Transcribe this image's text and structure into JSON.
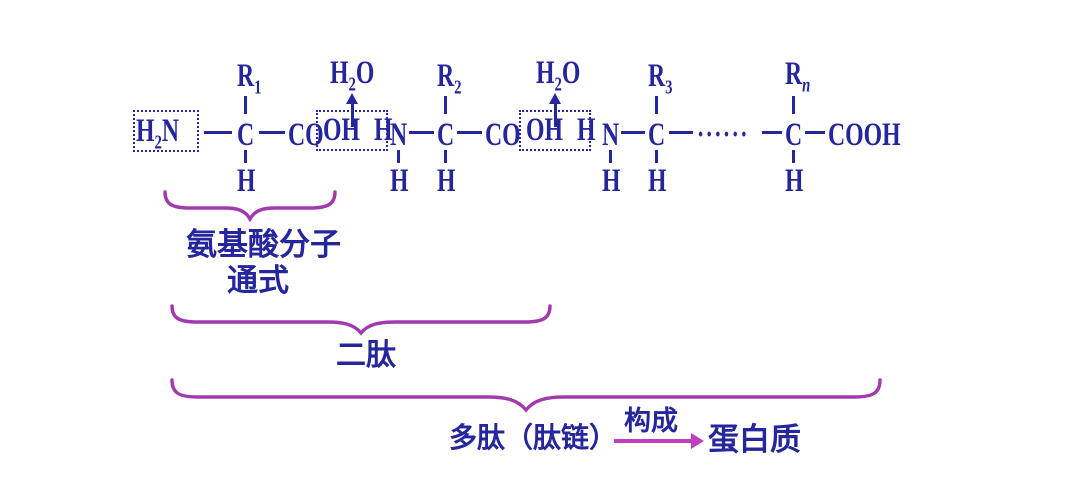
{
  "colors": {
    "ink_navy": "#26269c",
    "brace_purple": "#a23aad",
    "arrow_magenta": "#c03fc0",
    "background": "#ffffff"
  },
  "formula": {
    "h2n": {
      "pre": "H",
      "sub": "2",
      "post": "N"
    },
    "h2o": {
      "pre": "H",
      "sub": "2",
      "post": "O"
    },
    "r1": {
      "pre": "R",
      "sub": "1"
    },
    "r2": {
      "pre": "R",
      "sub": "2"
    },
    "r3": {
      "pre": "R",
      "sub": "3"
    },
    "rn": {
      "pre": "R",
      "sub": "n"
    },
    "carbon": "C",
    "nitrogen": "N",
    "hydrogen": "H",
    "co": "CO",
    "oh": "OH",
    "cooh": "COOH",
    "ellipsis": "······"
  },
  "labels": {
    "amino_acid_line1": "氨基酸分子",
    "amino_acid_line2": "通式",
    "dipeptide": "二肽",
    "polypeptide": "多肽（肽链）",
    "compose": "构成",
    "protein": "蛋白质"
  }
}
